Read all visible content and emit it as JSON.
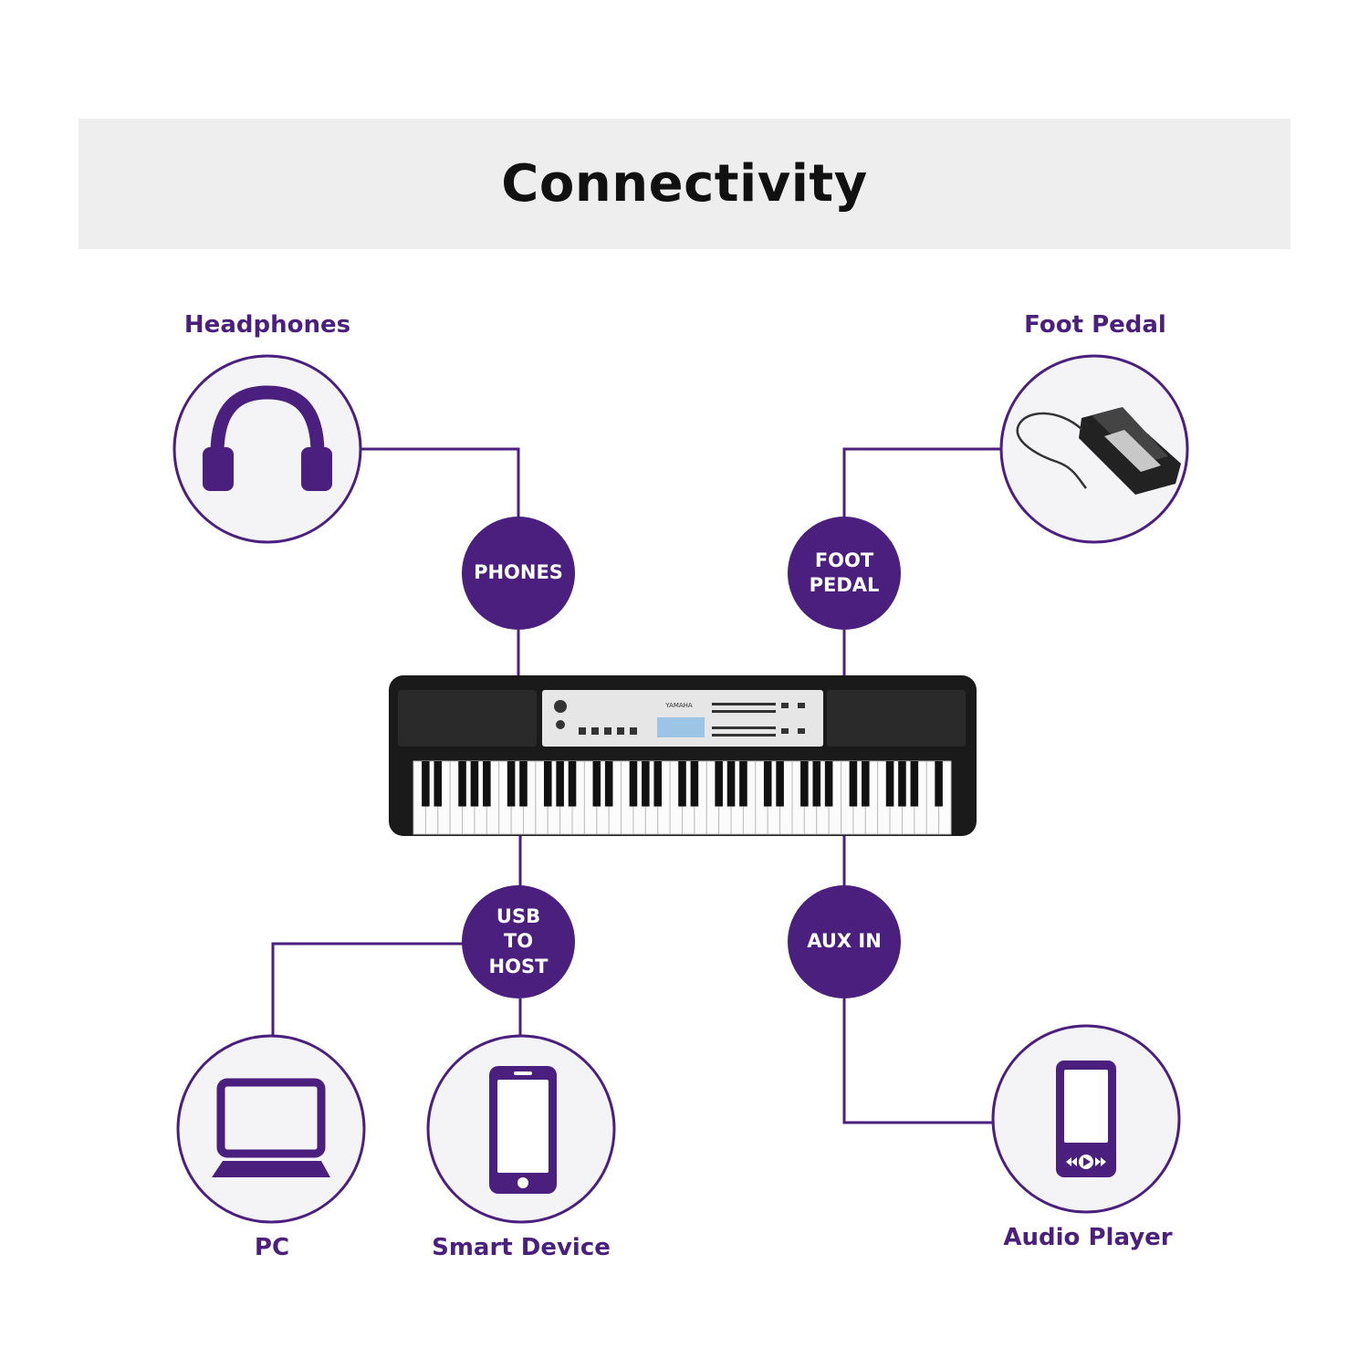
{
  "title": "Connectivity",
  "colors": {
    "accent": "#4b1f7e",
    "banner_bg": "#efeeee",
    "title_text": "#111111",
    "circle_fill": "#f4f3f6"
  },
  "devices": {
    "headphones": {
      "label": "Headphones",
      "icon": "headphones-icon"
    },
    "foot_pedal": {
      "label": "Foot Pedal",
      "icon": "foot-pedal-icon"
    },
    "pc": {
      "label": "PC",
      "icon": "laptop-icon"
    },
    "smart_device": {
      "label": "Smart Device",
      "icon": "smartphone-icon"
    },
    "audio_player": {
      "label": "Audio Player",
      "icon": "audio-player-icon"
    }
  },
  "ports": {
    "phones": "PHONES",
    "foot_pedal": "FOOT\nPEDAL",
    "usb_to_host": "USB\nTO\nHOST",
    "aux_in": "AUX IN"
  },
  "keyboard": {
    "brand": "YAMAHA",
    "icon": "keyboard-image"
  }
}
